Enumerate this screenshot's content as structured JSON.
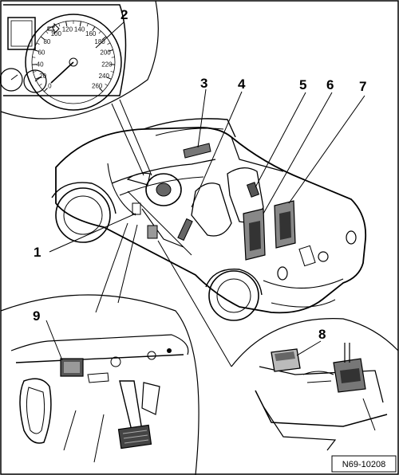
{
  "figure_ref": "N69-10208",
  "callouts": [
    {
      "label": "1"
    },
    {
      "label": "2"
    },
    {
      "label": "3"
    },
    {
      "label": "4"
    },
    {
      "label": "5"
    },
    {
      "label": "6"
    },
    {
      "label": "7"
    },
    {
      "label": "8"
    },
    {
      "label": "9"
    }
  ],
  "speedometer": {
    "scale": [
      "0",
      "20",
      "40",
      "60",
      "80",
      "100",
      "120",
      "140",
      "160",
      "180",
      "200",
      "220",
      "240",
      "260"
    ]
  },
  "colors": {
    "line": "#000000",
    "background": "#ffffff",
    "shade": "#555555"
  }
}
